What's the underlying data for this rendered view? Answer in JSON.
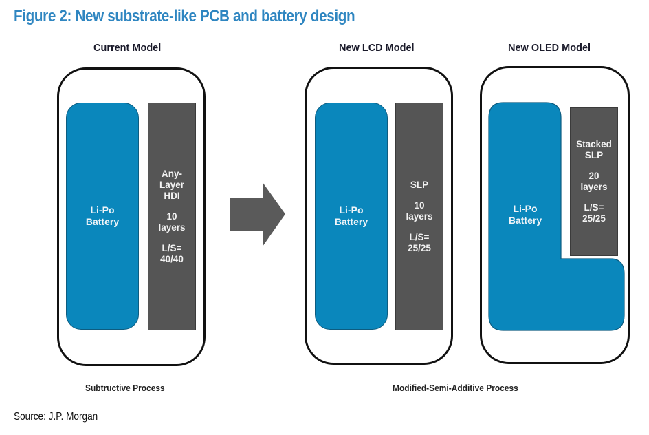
{
  "figure": {
    "title": "Figure 2: New substrate-like PCB and battery design",
    "source": "Source: J.P. Morgan"
  },
  "colors": {
    "title_blue": "#2f86c1",
    "battery_blue": "#0a87bc",
    "pcb_gray": "#555555",
    "arrow_gray": "#5a5a5a",
    "outline_black": "#111111"
  },
  "models": [
    {
      "label": "Current Model",
      "battery": "Li-Po\nBattery",
      "battery_shape": "rectangle",
      "pcb": {
        "type": "Any-\nLayer\nHDI",
        "layers": "10\nlayers",
        "line_space": "L/S=\n40/40"
      }
    },
    {
      "label": "New LCD Model",
      "battery": "Li-Po\nBattery",
      "battery_shape": "rectangle",
      "pcb": {
        "type": "SLP",
        "layers": "10\nlayers",
        "line_space": "L/S=\n25/25"
      }
    },
    {
      "label": "New OLED Model",
      "battery": "Li-Po\nBattery",
      "battery_shape": "L-shape",
      "pcb": {
        "type": "Stacked\nSLP",
        "layers": "20\nlayers",
        "line_space": "L/S=\n25/25"
      }
    }
  ],
  "arrow": {
    "icon": "right-arrow-icon",
    "meaning": "transition from current to new models"
  },
  "processes": [
    {
      "label": "Subtructive Process",
      "applies_to": "Current Model"
    },
    {
      "label": "Modified-Semi-Additive Process",
      "applies_to": "New LCD Model, New OLED Model"
    }
  ]
}
